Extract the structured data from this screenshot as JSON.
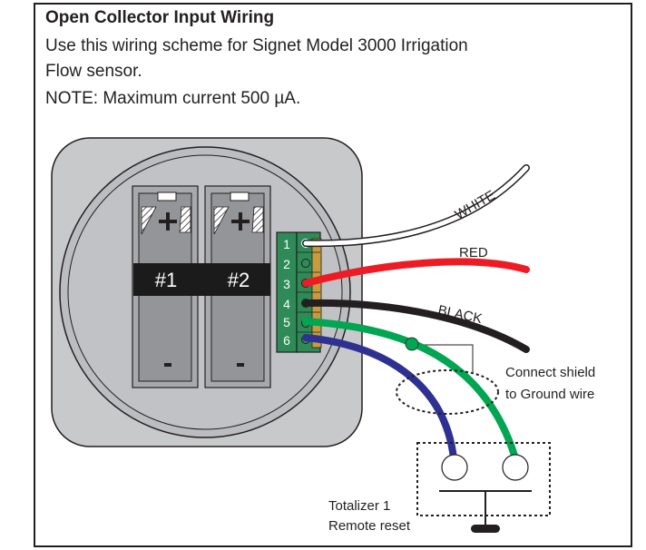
{
  "header": {
    "title": "Open Collector Input Wiring",
    "line1": "Use this wiring scheme for Signet Model 3000 Irrigation",
    "line2": "Flow sensor.",
    "line3": "NOTE:  Maximum current 500 µA."
  },
  "batteries": [
    "#1",
    "#2"
  ],
  "terminals": [
    "1",
    "2",
    "3",
    "4",
    "5",
    "6"
  ],
  "wires": {
    "white": "WHITE",
    "red": "RED",
    "black": "BLACK"
  },
  "annotations": {
    "shield_line1": "Connect shield",
    "shield_line2": "to Ground wire",
    "totalizer_line1": "Totalizer 1",
    "totalizer_line2": "Remote reset"
  },
  "colors": {
    "white_wire": "#ffffff",
    "red_wire": "#ed1c24",
    "black_wire": "#231f20",
    "green_wire": "#00a651",
    "blue_wire": "#2e3192",
    "terminal_block": "#2e8b57"
  }
}
